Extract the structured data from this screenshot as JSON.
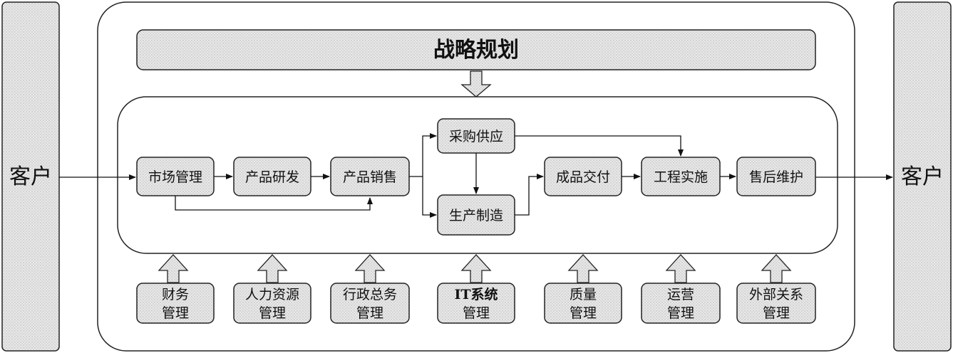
{
  "strategy": {
    "label": "战略规划"
  },
  "customer_left": {
    "label": "客户"
  },
  "customer_right": {
    "label": "客户"
  },
  "process": {
    "market": "市场管理",
    "rnd": "产品研发",
    "sales": "产品销售",
    "procure": "采购供应",
    "produce": "生产制造",
    "deliver": "成品交付",
    "project": "工程实施",
    "service": "售后维护"
  },
  "support": {
    "finance": [
      "财务",
      "管理"
    ],
    "hr": [
      "人力资源",
      "管理"
    ],
    "admin": [
      "行政总务",
      "管理"
    ],
    "it": [
      "IT系统",
      "管理"
    ],
    "quality": [
      "质量",
      "管理"
    ],
    "operation": [
      "运营",
      "管理"
    ],
    "external": [
      "外部关系",
      "管理"
    ]
  },
  "colors": {
    "fill": "#e6e6e6",
    "stroke": "#1a1a1a"
  }
}
